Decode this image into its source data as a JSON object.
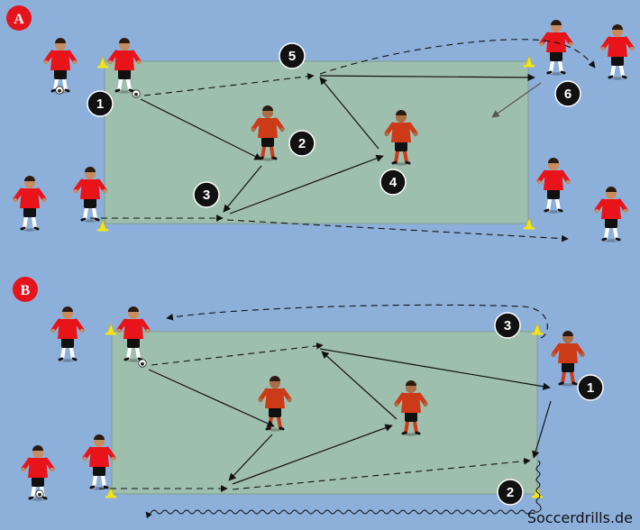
{
  "panels": [
    {
      "id": "A",
      "label": "A",
      "markers": [
        "1",
        "2",
        "3",
        "4",
        "5",
        "6"
      ]
    },
    {
      "id": "B",
      "label": "B",
      "markers": [
        "1",
        "2",
        "3"
      ]
    }
  ],
  "colors": {
    "background": "#8db0db",
    "field": "#9fbfae",
    "shirt": "#e8141a",
    "shirt_active": "#cc3a18",
    "cone": "#f2e41a",
    "panel_badge": "#e3141c",
    "marker": "#111111"
  },
  "footer": {
    "brand": "Soccerdrills.de"
  }
}
